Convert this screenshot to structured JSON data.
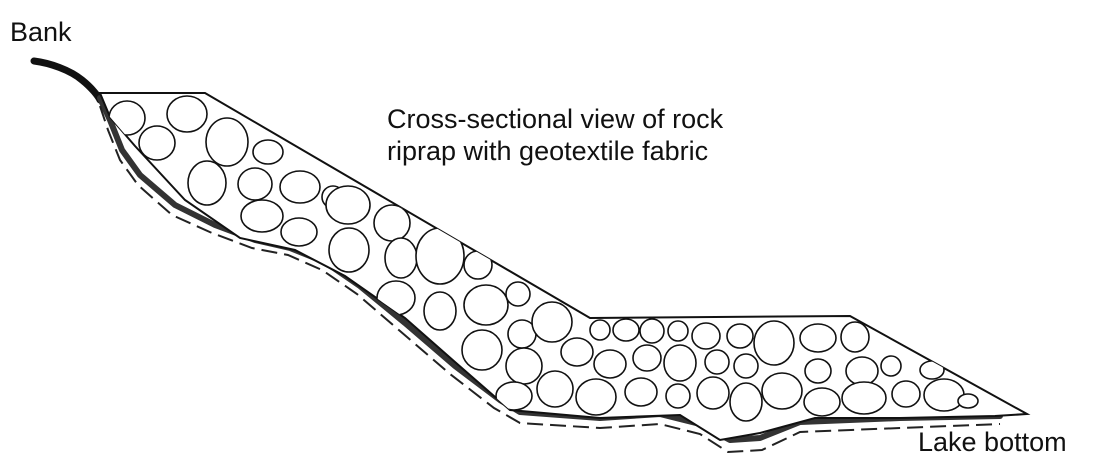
{
  "labels": {
    "bank": "Bank",
    "caption_line_1": "Cross-sectional view of rock",
    "caption_line_2": "riprap with geotextile fabric",
    "lake_bottom": "Lake bottom"
  },
  "colors": {
    "ink": "#111111",
    "fabric": "#333333",
    "background": "#ffffff"
  }
}
